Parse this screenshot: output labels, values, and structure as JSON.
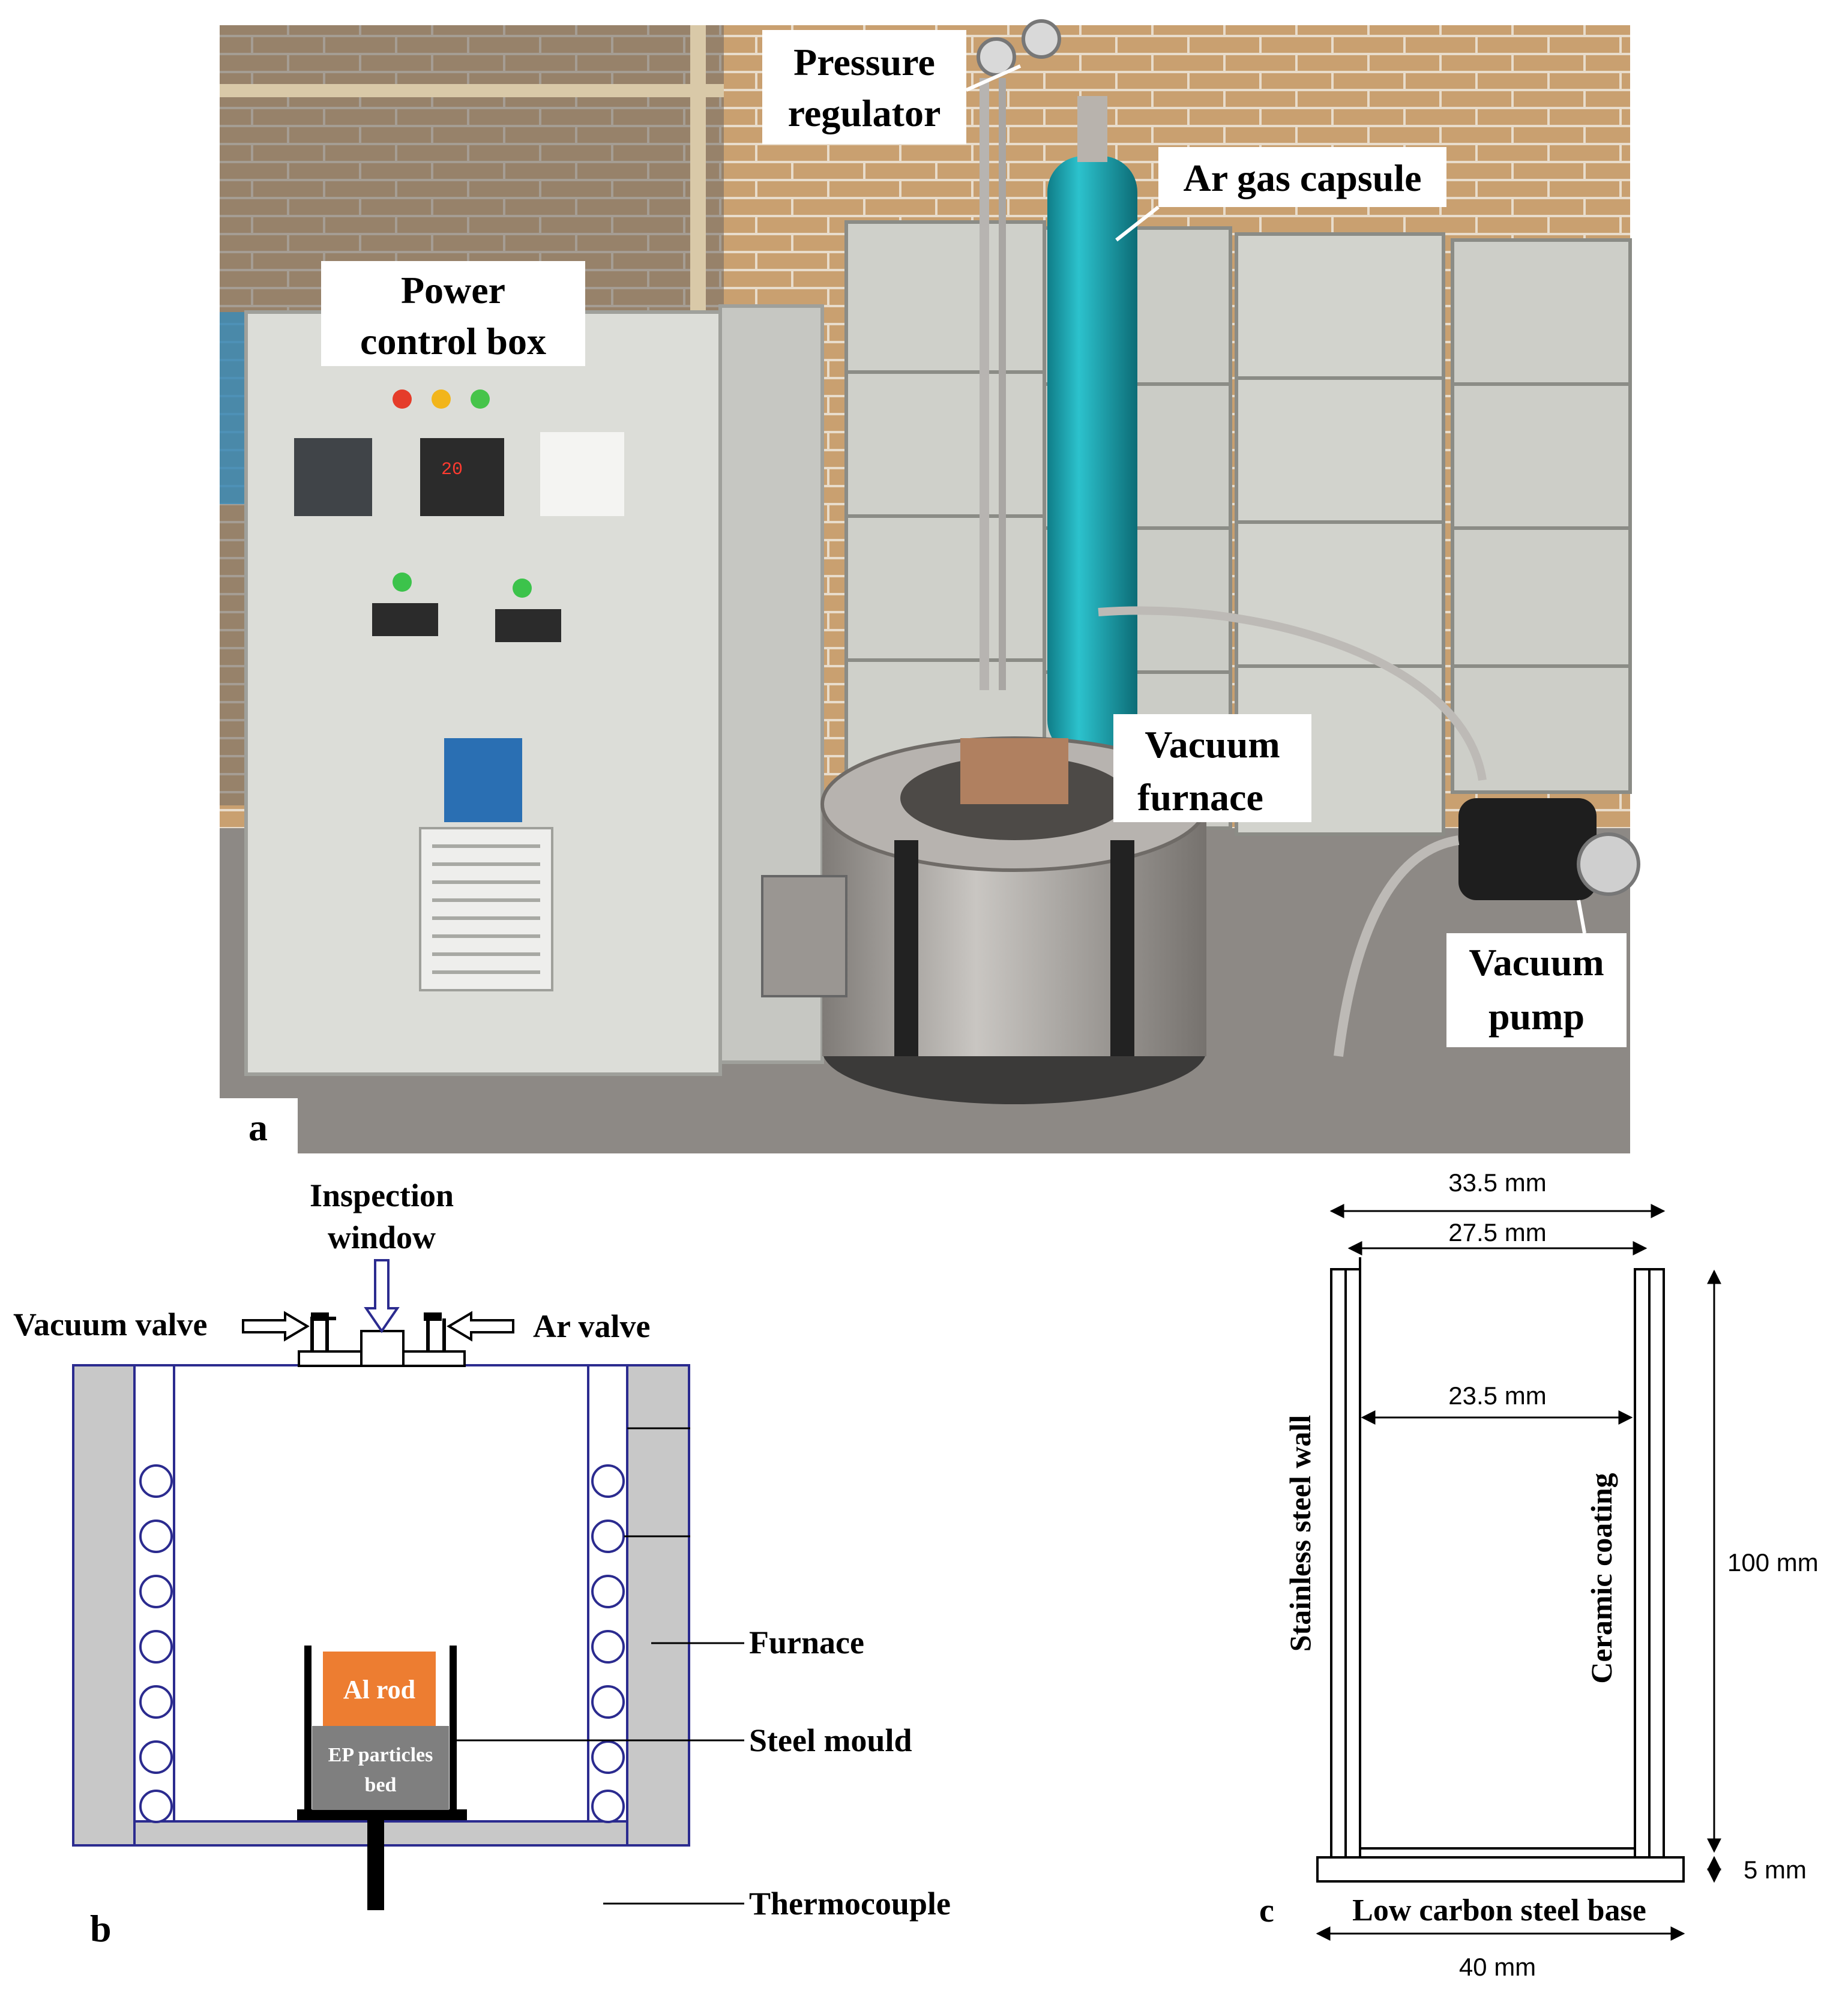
{
  "panel_a": {
    "letter": "a",
    "labels": {
      "pressure_regulator_1": "Pressure",
      "pressure_regulator_2": "regulator",
      "ar_gas_capsule": "Ar gas capsule",
      "power_control_box_1": "Power",
      "power_control_box_2": "control box",
      "vacuum_furnace_1": "Vacuum",
      "vacuum_furnace_2": "furnace",
      "vacuum_pump_1": "Vacuum",
      "vacuum_pump_2": "pump"
    },
    "colors": {
      "brick": "#c79a6a",
      "cabinet": "#d9dad6",
      "cylinder": "#1aa3b0",
      "furnace": "#a7a39f",
      "floor": "#8a8783"
    }
  },
  "panel_b": {
    "letter": "b",
    "labels": {
      "inspection_window_1": "Inspection",
      "inspection_window_2": "window",
      "vacuum_valve": "Vacuum valve",
      "ar_valve": "Ar valve",
      "furnace": "Furnace",
      "steel_mould": "Steel mould",
      "thermocouple": "Thermocouple",
      "al_rod": "Al rod",
      "ep_bed_1": "EP particles",
      "ep_bed_2": "bed"
    },
    "colors": {
      "insulation": "#c8c8c8",
      "outline": "#2b2b8f",
      "al_rod": "#ed7d31",
      "ep_bed": "#7f7f7f"
    }
  },
  "panel_c": {
    "letter": "c",
    "labels": {
      "dim_outer_width": "33.5 mm",
      "dim_inner_width": "27.5 mm",
      "dim_cavity_width": "23.5 mm",
      "dim_height": "100 mm",
      "dim_base_thickness": "5 mm",
      "dim_base_width": "40 mm",
      "stainless_steel_wall": "Stainless steel wall",
      "ceramic_coating": "Ceramic coating",
      "low_carbon_steel_base": "Low carbon steel base"
    }
  }
}
